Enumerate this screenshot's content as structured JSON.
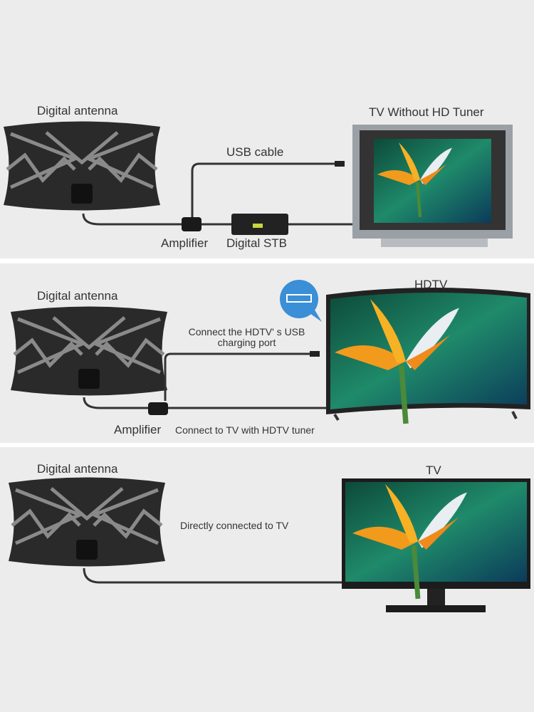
{
  "panels": [
    {
      "antenna_label": "Digital antenna",
      "tv_label": "TV Without HD Tuner",
      "cable_label": "USB cable",
      "amplifier_label": "Amplifier",
      "stb_label": "Digital STB"
    },
    {
      "antenna_label": "Digital antenna",
      "tv_label": "HDTV",
      "usb_note": "Connect the HDTV' s USB charging port",
      "amplifier_label": "Amplifier",
      "connect_note": "Connect to TV with HDTV tuner"
    },
    {
      "antenna_label": "Digital antenna",
      "tv_label": "TV",
      "direct_note": "Directly connected to TV"
    }
  ],
  "colors": {
    "background": "#ececec",
    "usb_bubble": "#3a8fd6",
    "antenna": "#2a2a2a"
  }
}
